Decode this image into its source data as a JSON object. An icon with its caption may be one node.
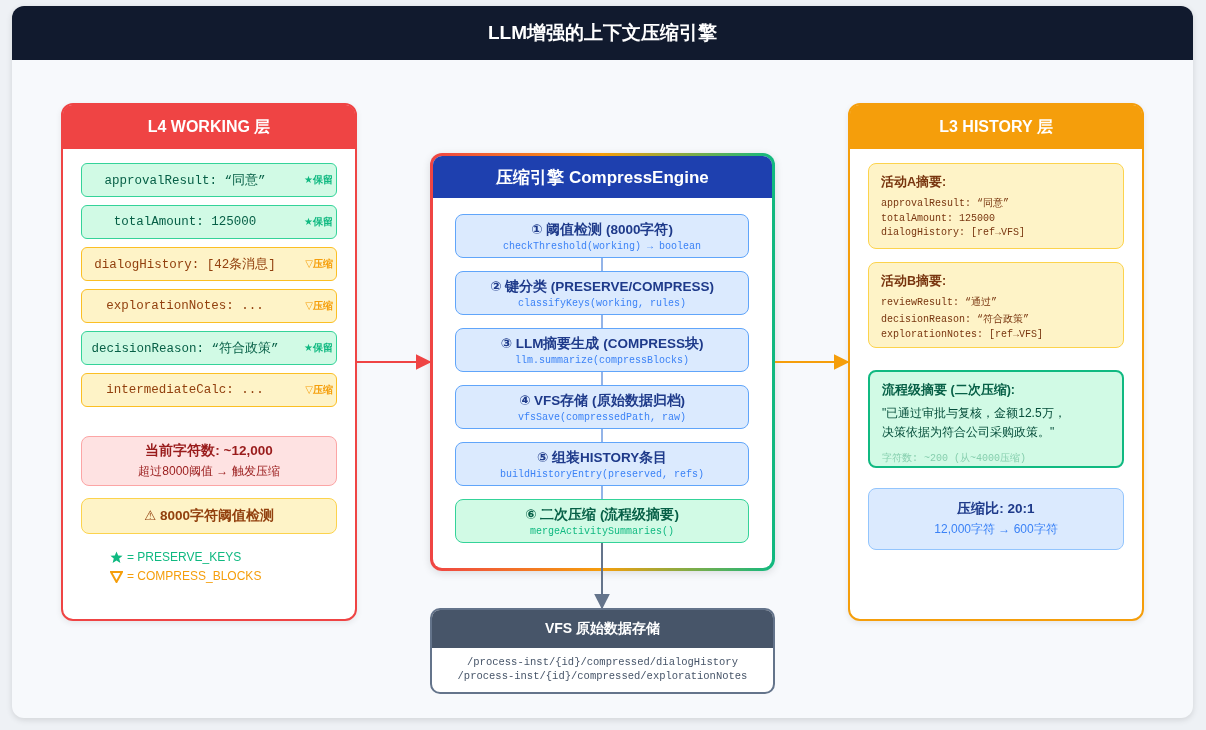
{
  "diagram": {
    "title": "LLM增强的上下文压缩引擎",
    "nodes": [
      {
        "text": [
          "L4 WORKING 层"
        ]
      },
      {
        "text": [
          "approvalResult: “同意”",
          "★保留"
        ],
        "in": 0
      },
      {
        "text": [
          "totalAmount: 125000",
          "★保留"
        ],
        "in": 0
      },
      {
        "text": [
          "dialogHistory: [42条消息]",
          "▽压缩"
        ],
        "in": 0
      },
      {
        "text": [
          "explorationNotes: ...",
          "▽压缩"
        ],
        "in": 0
      },
      {
        "text": [
          "decisionReason: “符合政策”",
          "★保留"
        ],
        "in": 0
      },
      {
        "text": [
          "intermediateCalc: ...",
          "▽压缩"
        ],
        "in": 0
      },
      {
        "text": [
          "当前字符数: ~12,000",
          "超过8000阈值 → 触发压缩"
        ],
        "in": 0
      },
      {
        "text": [
          "⚠ 8000字符阈值检测"
        ],
        "in": 0
      },
      {
        "text": [
          "压缩引擎 CompressEngine"
        ]
      },
      {
        "text": [
          "① 阈值检测 (8000字符)",
          "checkThreshold(working) → boolean"
        ],
        "in": 9
      },
      {
        "text": [
          "② 键分类 (PRESERVE/COMPRESS)",
          "classifyKeys(working, rules)"
        ],
        "in": 9
      },
      {
        "text": [
          "③ LLM摘要生成 (COMPRESS块)",
          "llm.summarize(compressBlocks)"
        ],
        "in": 9
      },
      {
        "text": [
          "④ VFS存储 (原始数据归档)",
          "vfsSave(compressedPath, raw)"
        ],
        "in": 9
      },
      {
        "text": [
          "⑤ 组装HISTORY条目",
          "buildHistoryEntry(preserved, refs)"
        ],
        "in": 9
      },
      {
        "text": [
          "⑥ 二次压缩 (流程级摘要)",
          "mergeActivitySummaries()"
        ],
        "in": 9
      },
      {
        "text": [
          "VFS 原始数据存储",
          "/process-inst/{id}/compressed/dialogHistory",
          "/process-inst/{id}/compressed/explorationNotes"
        ]
      },
      {
        "text": [
          "L3 HISTORY 层"
        ]
      },
      {
        "text": [
          "活动A摘要:",
          "approvalResult: “同意”",
          "totalAmount: 125000",
          "dialogHistory: [ref→VFS]"
        ],
        "in": 17
      },
      {
        "text": [
          "活动B摘要:",
          "reviewResult: “通过”",
          "decisionReason: “符合政策”",
          "explorationNotes: [ref→VFS]"
        ],
        "in": 17
      },
      {
        "text": [
          "流程级摘要 (二次压缩):",
          "\"已通过审批与复核，金额12.5万，决策依据为符合公司采购政策。\"",
          "字符数: ~200 (从~4000压缩)"
        ],
        "in": 17
      },
      {
        "text": [
          "压缩比: 20:1",
          "12,000字符 → 600字符"
        ],
        "in": 17
      }
    ],
    "edges": [
      {
        "from": 0,
        "to": 9,
        "arrow": "to",
        "color": "#ef4444"
      },
      {
        "from": 9,
        "to": 17,
        "arrow": "to",
        "color": "#f59e0b"
      },
      {
        "from": 10,
        "to": 11,
        "arrow": "none"
      },
      {
        "from": 11,
        "to": 12,
        "arrow": "none"
      },
      {
        "from": 12,
        "to": 13,
        "arrow": "none"
      },
      {
        "from": 13,
        "to": 14,
        "arrow": "none"
      },
      {
        "from": 14,
        "to": 15,
        "arrow": "none"
      },
      {
        "from": 15,
        "to": 16,
        "arrow": "to",
        "color": "#64748b"
      }
    ],
    "legend": [
      {
        "text": "= PRESERVE_KEYS",
        "color": "#10b981"
      },
      {
        "text": "= COMPRESS_BLOCKS",
        "color": "#f59e0b"
      }
    ]
  }
}
